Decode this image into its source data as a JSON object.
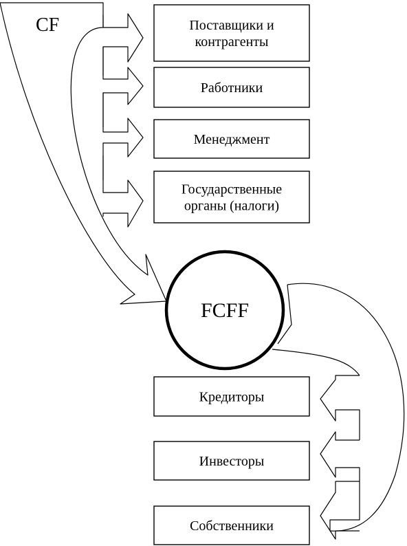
{
  "diagram": {
    "source_label": "CF",
    "center_label": "FCFF",
    "outflows": [
      {
        "lines": [
          "Поставщики и",
          "контрагенты"
        ]
      },
      {
        "lines": [
          "Работники"
        ]
      },
      {
        "lines": [
          "Менеджмент"
        ]
      },
      {
        "lines": [
          "Государственные",
          "органы (налоги)"
        ]
      }
    ],
    "recipients": [
      {
        "lines": [
          "Кредиторы"
        ]
      },
      {
        "lines": [
          "Инвесторы"
        ]
      },
      {
        "lines": [
          "Собственники"
        ]
      }
    ]
  }
}
